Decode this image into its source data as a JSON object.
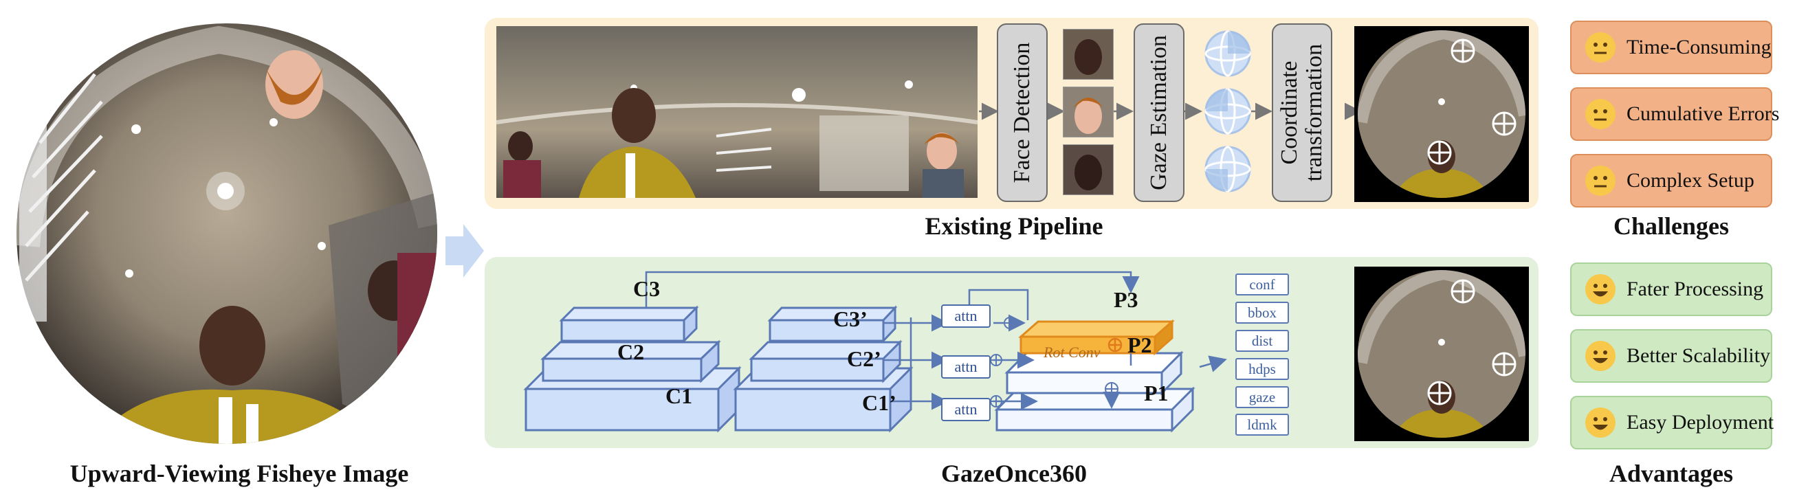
{
  "input": {
    "caption": "Upward-Viewing Fisheye Image"
  },
  "existing": {
    "caption": "Existing Pipeline",
    "stages": [
      "Face Detection",
      "Gaze Estimation",
      "Coordinate transformation"
    ]
  },
  "challenges": {
    "caption": "Challenges",
    "items": [
      "Time-Consuming",
      "Cumulative Errors",
      "Complex Setup"
    ]
  },
  "gazeonce": {
    "caption": "GazeOnce360",
    "backbone": [
      "C3",
      "C2",
      "C1"
    ],
    "neck": [
      "C3’",
      "C2’",
      "C1’"
    ],
    "pyramid": [
      "P3",
      "P2",
      "P1"
    ],
    "attn_label": "attn",
    "rotconv_label": "Rot Conv",
    "outputs": [
      "conf",
      "bbox",
      "dist",
      "hdps",
      "gaze",
      "ldmk"
    ]
  },
  "advantages": {
    "caption": "Advantages",
    "items": [
      "Fater Processing",
      "Better Scalability",
      "Easy Deployment"
    ]
  },
  "colors": {
    "pipeline_bg": "#fcefd4",
    "gazeonce_bg": "#e3f0dc",
    "challenge_badge": "#f2b187",
    "advantage_badge": "#cfe9c3",
    "layer_blue": "#cfe0fa",
    "p3_orange": "#f7b43c",
    "arrow_blue": "#5a79b4"
  },
  "icons": {
    "challenge": "neutral-face-icon",
    "advantage": "smiling-face-icon",
    "gaze_sphere": "gaze-sphere-icon",
    "transition": "right-chevron-arrow-icon"
  }
}
